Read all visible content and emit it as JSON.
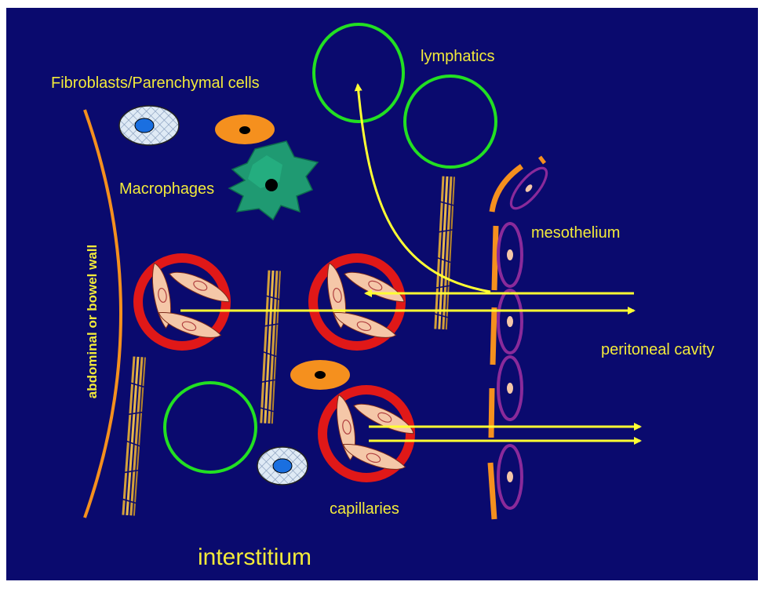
{
  "labels": {
    "fibroblasts": "Fibroblasts/Parenchymal cells",
    "lymphatics": "lymphatics",
    "macrophages": "Macrophages",
    "mesothelium": "mesothelium",
    "peritoneal_cavity": "peritoneal cavity",
    "capillaries": "capillaries",
    "interstitium": "interstitium",
    "wall": "abdominal or bowel wall"
  },
  "colors": {
    "background": "#0a0a6e",
    "text": "#f2ea3a",
    "arrow": "#ffff33",
    "lymphatic": "#22e022",
    "capillary_ring": "#e01818",
    "endothelial": "#f5c7a8",
    "mesothelium_cell": "#8a2a9a",
    "wall": "#f5901e",
    "macrophage": "#1f9a72",
    "collagen": "#d4a03a"
  },
  "icons": {
    "capillary": "capillary-cross-section-icon",
    "lymphatic": "lymphatic-vessel-icon",
    "fibroblast": "fibroblast-cell-icon",
    "macrophage": "macrophage-cell-icon",
    "collagen": "collagen-fiber-icon",
    "mesothelial": "mesothelial-cell-icon"
  }
}
